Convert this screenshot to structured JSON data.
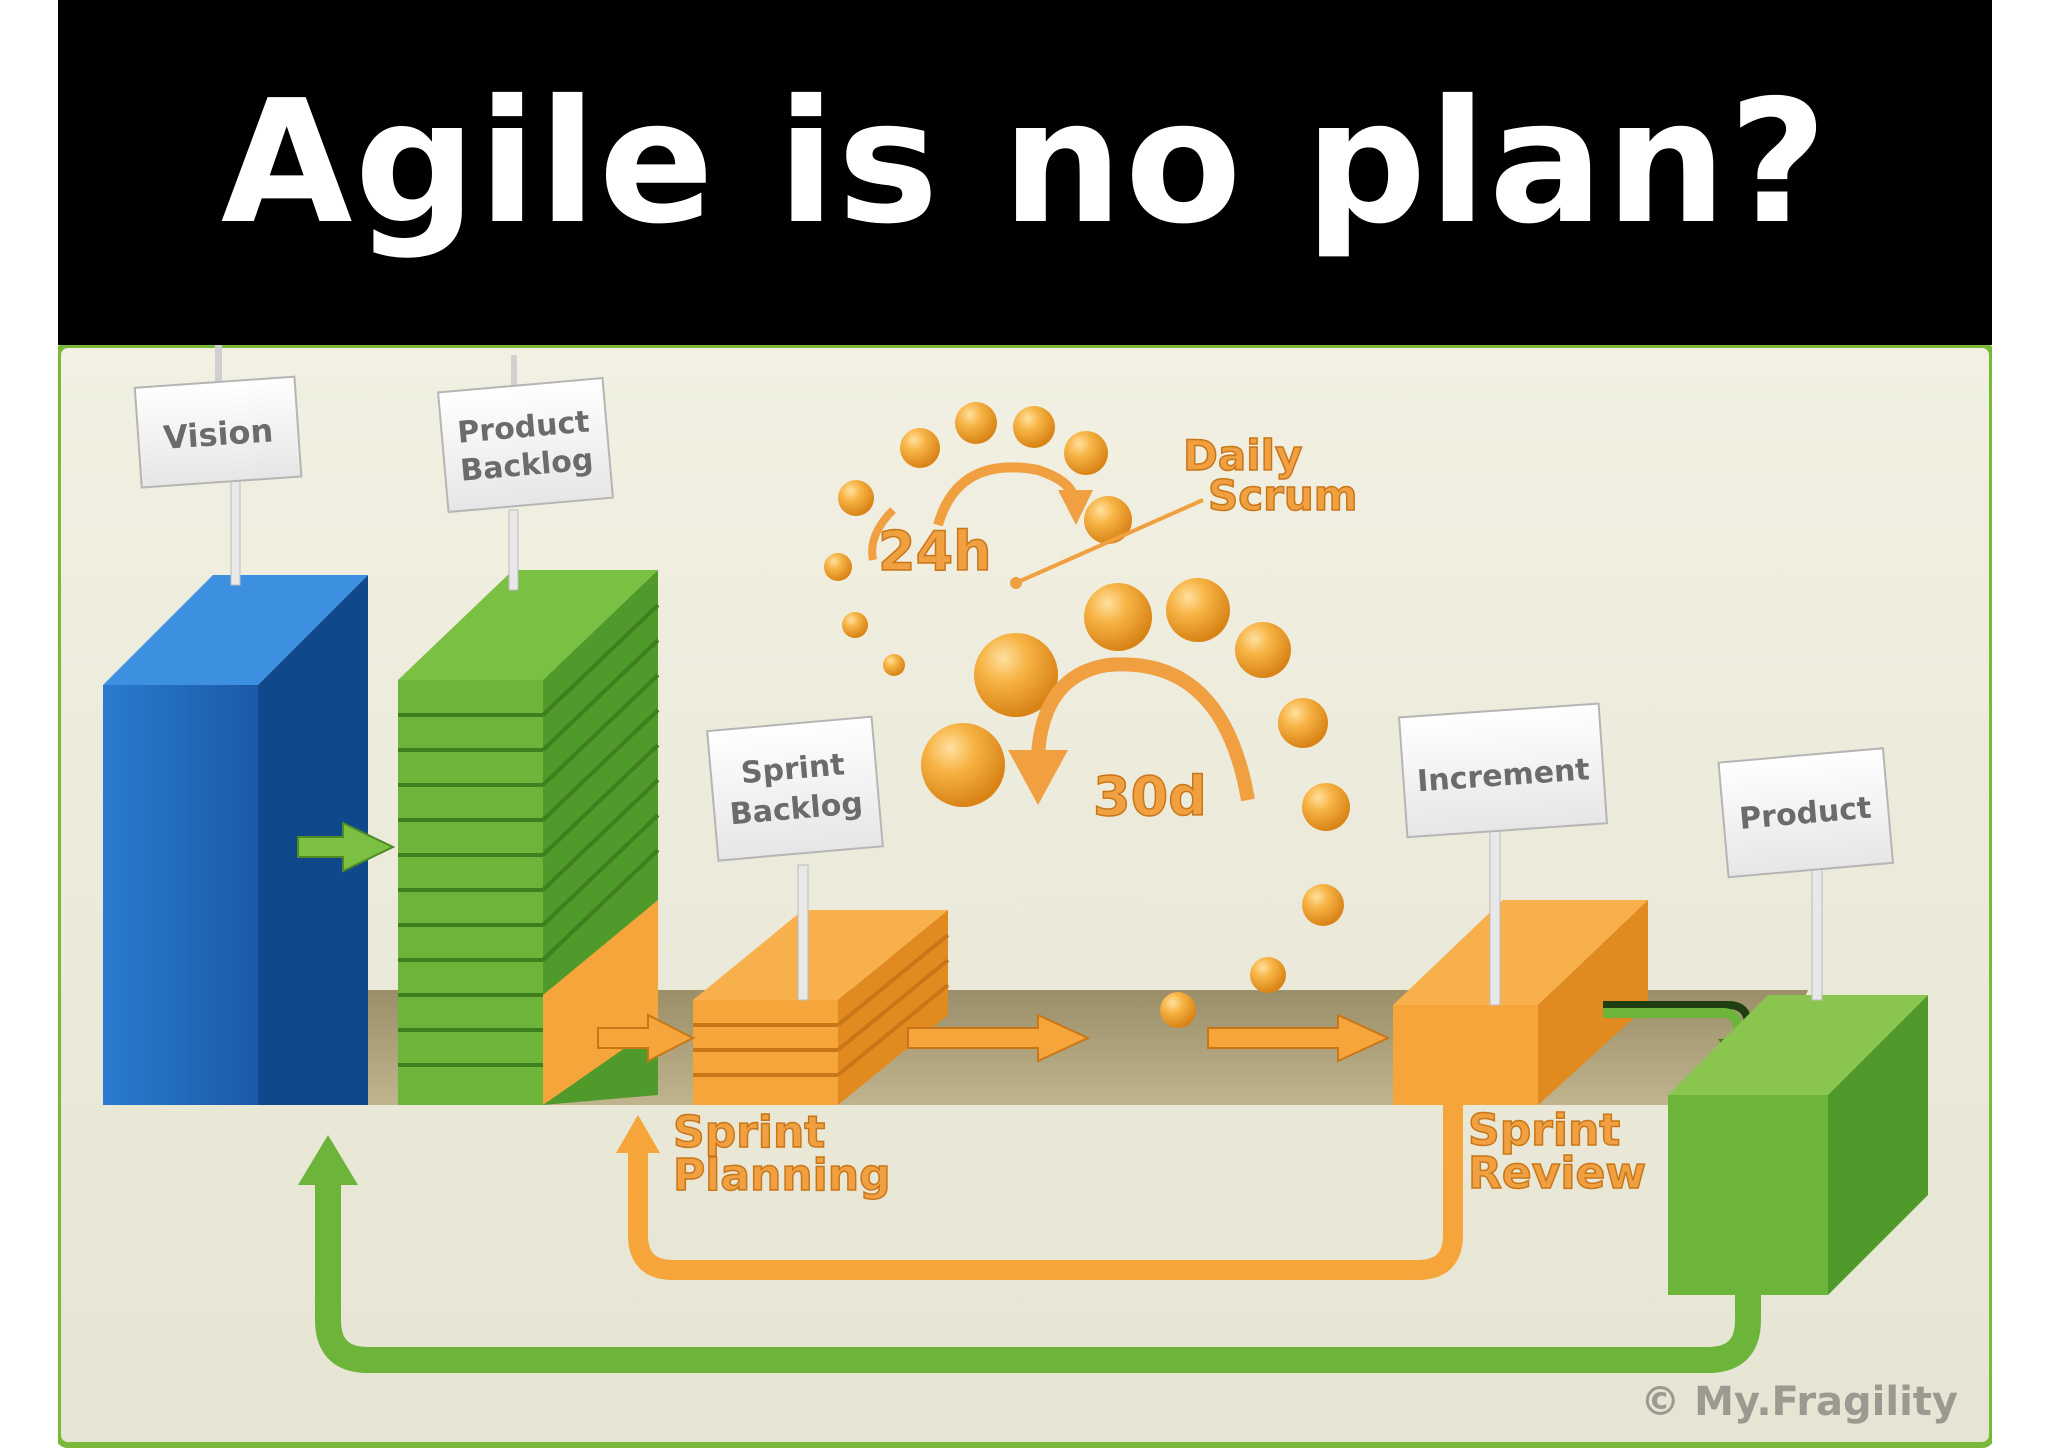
{
  "title": "Agile is no plan?",
  "signs": {
    "vision": "Vision",
    "product_backlog_1": "Product",
    "product_backlog_2": "Backlog",
    "sprint_backlog_1": "Sprint",
    "sprint_backlog_2": "Backlog",
    "increment": "Increment",
    "product": "Product"
  },
  "labels": {
    "daily_scrum_1": "Daily",
    "daily_scrum_2": "Scrum",
    "h24": "24h",
    "d30": "30d",
    "sprint_planning_1": "Sprint",
    "sprint_planning_2": "Planning",
    "sprint_review_1": "Sprint",
    "sprint_review_2": "Review"
  },
  "copyright": "© My.Fragility",
  "colors": {
    "blue": "#1f66b8",
    "green": "#6cb43a",
    "orange": "#f5a53a",
    "background": "#ecebdb",
    "border": "#7ab83a"
  }
}
